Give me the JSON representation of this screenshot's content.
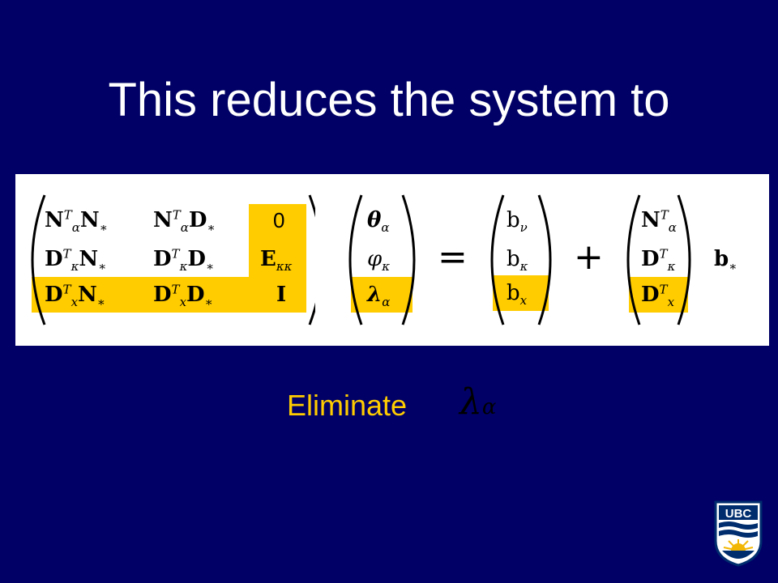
{
  "slide": {
    "title": "This reduces the system to",
    "caption": "Eliminate"
  },
  "equation": {
    "matrix": [
      [
        "N",
        "N",
        "N",
        "D",
        "0"
      ],
      [
        "D",
        "N",
        "D",
        "D",
        "E"
      ],
      [
        "D",
        "N",
        "D",
        "D",
        "I"
      ]
    ],
    "unknowns": [
      "θ",
      "φ",
      "λ"
    ],
    "rhs_vector": [
      "b",
      "b",
      "b"
    ],
    "rhs_matrix": [
      "N",
      "D",
      "D"
    ],
    "rhs_tail": "b",
    "equals_sign": "=",
    "plus_sign": "+",
    "eliminated_symbol": "λ",
    "subscripts": {
      "alpha": "α",
      "kappa": "κ",
      "x": "x",
      "star": "∗",
      "nu": "ν",
      "kk": "κκ",
      "T": "T"
    }
  },
  "logo": {
    "text": "UBC"
  },
  "colors": {
    "background": "#000066",
    "title": "#ffffff",
    "highlight": "#ffcc00",
    "caption": "#ffcc00",
    "logo_blue": "#002d6e",
    "logo_gold": "#f2b705"
  }
}
